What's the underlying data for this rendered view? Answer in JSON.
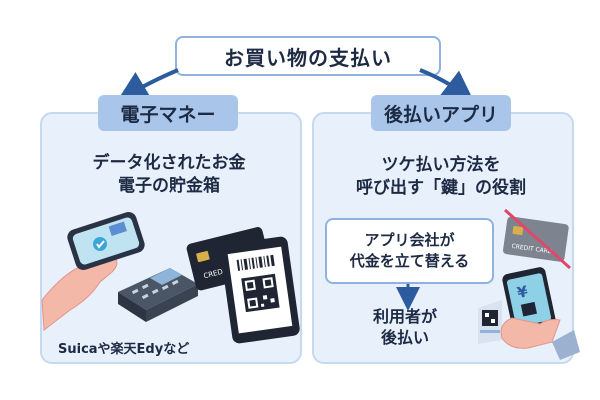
{
  "title": "お買い物の支払い",
  "left_panel": {
    "label": "電子マネー",
    "headline_line1": "データ化されたお金",
    "headline_line2": "電子の貯金箱",
    "examples": "Suicaや楽天Edyなど",
    "card_text": "CREDIT CARD"
  },
  "right_panel": {
    "label": "後払いアプリ",
    "headline_line1": "ツケ払い方法を",
    "headline_line2": "呼び出す「鍵」の役割",
    "box_line1": "アプリ会社が",
    "box_line2": "代金を立て替える",
    "result_line1": "利用者が",
    "result_line2": "後払い",
    "card_text": "CREDIT CARD"
  },
  "colors": {
    "panel_bg": "#e7f0fb",
    "label_bg": "#a9c6ea",
    "arrow": "#2d5c9e",
    "strike": "#e0476a"
  }
}
